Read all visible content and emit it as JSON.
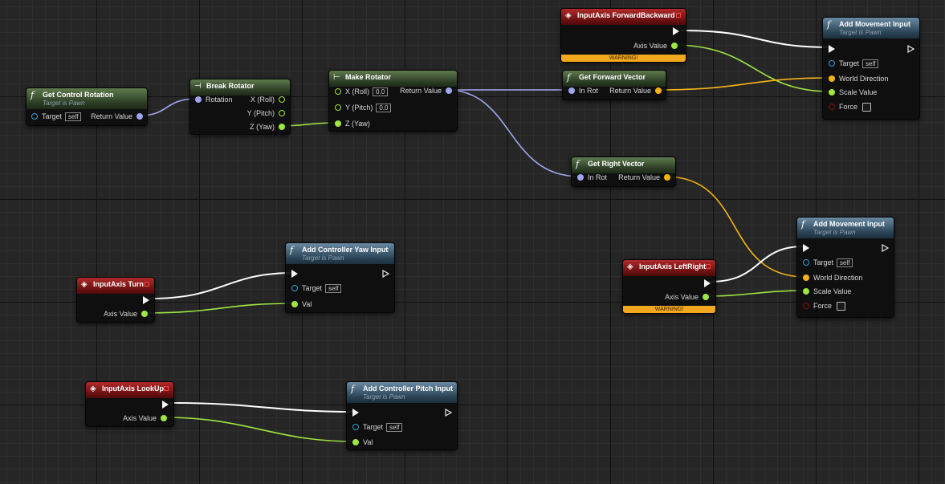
{
  "nodes": {
    "get_control_rotation": {
      "title": "Get Control Rotation",
      "subtitle": "Target is Pawn",
      "target": "Target",
      "target_default": "self",
      "return": "Return Value"
    },
    "break_rotator": {
      "title": "Break Rotator",
      "rotation": "Rotation",
      "x": "X (Roll)",
      "y": "Y (Pitch)",
      "z": "Z (Yaw)"
    },
    "make_rotator": {
      "title": "Make Rotator",
      "x": "X (Roll)",
      "x_val": "0.0",
      "y": "Y (Pitch)",
      "y_val": "0.0",
      "z": "Z (Yaw)",
      "return": "Return Value"
    },
    "input_forward": {
      "title": "InputAxis ForwardBackward",
      "axis": "Axis Value",
      "warning": "WARNING!"
    },
    "get_forward_vector": {
      "title": "Get Forward Vector",
      "in": "In Rot",
      "return": "Return Value"
    },
    "add_move_1": {
      "title": "Add Movement Input",
      "subtitle": "Target is Pawn",
      "target": "Target",
      "target_default": "self",
      "world_dir": "World Direction",
      "scale": "Scale Value",
      "force": "Force"
    },
    "get_right_vector": {
      "title": "Get Right Vector",
      "in": "In Rot",
      "return": "Return Value"
    },
    "input_leftright": {
      "title": "InputAxis LeftRight",
      "axis": "Axis Value",
      "warning": "WARNING!"
    },
    "add_move_2": {
      "title": "Add Movement Input",
      "subtitle": "Target is Pawn",
      "target": "Target",
      "target_default": "self",
      "world_dir": "World Direction",
      "scale": "Scale Value",
      "force": "Force"
    },
    "input_turn": {
      "title": "InputAxis Turn",
      "axis": "Axis Value"
    },
    "add_yaw": {
      "title": "Add Controller Yaw Input",
      "subtitle": "Target is Pawn",
      "target": "Target",
      "target_default": "self",
      "val": "Val"
    },
    "input_lookup": {
      "title": "InputAxis LookUp",
      "axis": "Axis Value"
    },
    "add_pitch": {
      "title": "Add Controller Pitch Input",
      "subtitle": "Target is Pawn",
      "target": "Target",
      "target_default": "self",
      "val": "Val"
    }
  },
  "icons": {
    "function": "function-icon",
    "event": "input-event-icon",
    "pure": "break-make-icon"
  },
  "colors": {
    "exec_wire": "#ffffff",
    "rotator_wire": "#a3a8f0",
    "float_wire": "#9fe642",
    "vector_wire": "#f5b316",
    "object_pin": "#2d9fd6",
    "bool_pin": "#8c1010",
    "warning": "#f2a81e"
  }
}
